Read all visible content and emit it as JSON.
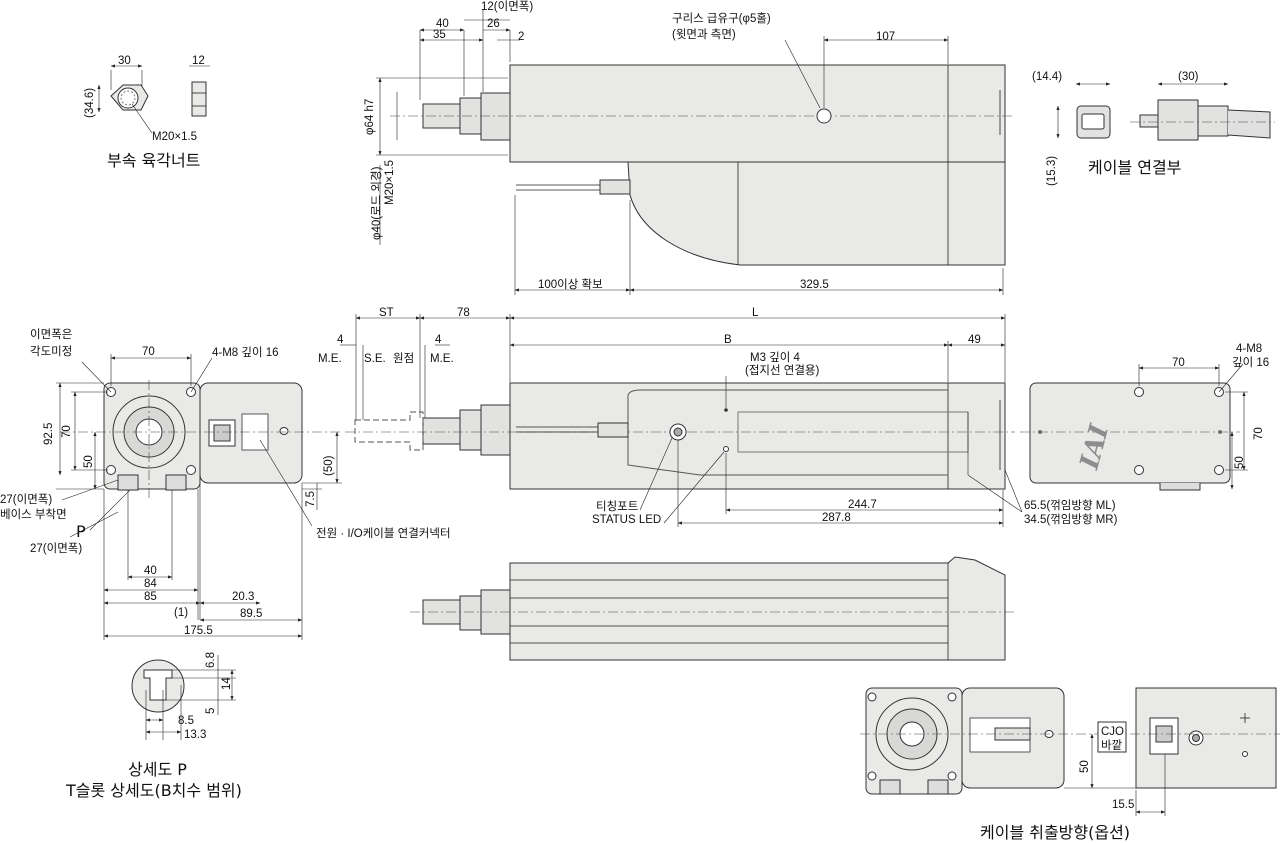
{
  "nut": {
    "w30": "30",
    "w12": "12",
    "h34_6": "(34.6)",
    "thread": "M20×1.5",
    "title": "부속 육각너트"
  },
  "top_view": {
    "d40": "40",
    "d35": "35",
    "d12": "12(이면폭)",
    "d26": "26",
    "d2": "2",
    "rod_dia": "φ64 h7",
    "rod_thread": "M20×1.5",
    "rod_outer": "φ40(로드 외경)",
    "grease": "구리스 급유구(φ5홀)",
    "grease2": "(윗면과 측면)",
    "d107": "107",
    "clear": "100이상 확보",
    "d329_5": "329.5"
  },
  "cable_conn": {
    "d14_4": "(14.4)",
    "d30": "(30)",
    "d15_3": "(15.3)",
    "title": "케이블 연결부"
  },
  "front_view": {
    "note1": "이면폭은",
    "note2": "각도미정",
    "d70": "70",
    "bolts": "4-M8 깊이 16",
    "d92_5": "92.5",
    "d70v": "70",
    "d50": "50",
    "d27a": "27(이면폭)",
    "base": "베이스 부착면",
    "p_label": "P",
    "d27b": "27(이면폭)",
    "d50r": "(50)",
    "d7_5": "7.5",
    "conn": "전원 · I/O케이블 연결커넥터",
    "d40": "40",
    "d84": "84",
    "d85": "85",
    "d20_3": "20.3",
    "d1": "(1)",
    "d89_5": "89.5",
    "d175_5": "175.5"
  },
  "side_view": {
    "st": "ST",
    "d78": "78",
    "L": "L",
    "d4a": "4",
    "d4b": "4",
    "me1": "M.E.",
    "se": "S.E.",
    "origin": "원점",
    "me2": "M.E.",
    "B": "B",
    "d49": "49",
    "m3": "M3 깊이 4",
    "m3b": "(접지선 연결용)",
    "teach": "티칭포트",
    "led": "STATUS LED",
    "d244_7": "244.7",
    "d287_8": "287.8",
    "d65_5": "65.5(꺾임방향 ML)",
    "d34_5": "34.5(꺾임방향 MR)"
  },
  "end_view": {
    "logo": "IAI",
    "d70": "70",
    "bolts1": "4-M8",
    "bolts2": "깊이 16",
    "d70v": "70",
    "d50": "50"
  },
  "slot": {
    "d6_8": "6.8",
    "d14": "14",
    "d5": "5",
    "d8_5": "8.5",
    "d13_3": "13.3",
    "title1": "상세도 P",
    "title2": "T슬롯 상세도(B치수 범위)"
  },
  "option": {
    "cjo1": "CJO",
    "cjo2": "바깥",
    "d50": "50",
    "d15_5": "15.5",
    "title": "케이블 취출방향(옵션)"
  }
}
